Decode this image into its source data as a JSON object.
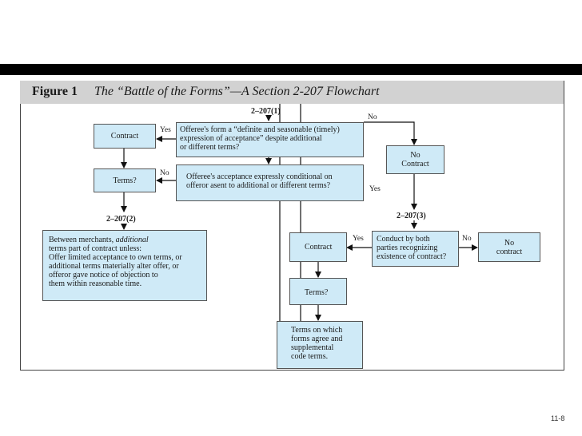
{
  "figure": {
    "number": "Figure 1",
    "title": "The “Battle of the Forms”—A Section 2-207 Flowchart"
  },
  "sections": {
    "s1": "2–207(1)",
    "s2": "2–207(2)",
    "s3": "2–207(3)"
  },
  "boxes": {
    "offeree_form": [
      "Offeree's form a “definite and seasonable (timely)",
      "expression of acceptance” despite additional",
      "or different terms?"
    ],
    "contract_top": "Contract",
    "terms_top": "Terms?",
    "offeree_acceptance": [
      "Offeree's acceptance expressly conditional on",
      "offeror asent to additional or different terms?"
    ],
    "no_contract_top": [
      "No",
      "Contract"
    ],
    "between_merchants_prefix": "Between merchants, ",
    "between_merchants_italic": "additional",
    "between_merchants_rest": [
      "terms part of contract unless:",
      "Offer limited acceptance to own terms, or",
      "additional terms materially alter offer, or",
      "offeror gave notice of objection to",
      "them within reasonable time."
    ],
    "contract_mid": "Contract",
    "conduct": [
      "Conduct by both",
      "parties recognizing",
      "existence of contract?"
    ],
    "no_contract_right": [
      "No",
      "contract"
    ],
    "terms_mid": "Terms?",
    "terms_agree": [
      "Terms on which",
      "forms agree and",
      "supplemental",
      "code terms."
    ]
  },
  "labels": {
    "yes1": "Yes",
    "no1": "No",
    "no2": "No",
    "yes2": "Yes",
    "yes3": "Yes",
    "no3": "No"
  },
  "page_number": "11-8"
}
